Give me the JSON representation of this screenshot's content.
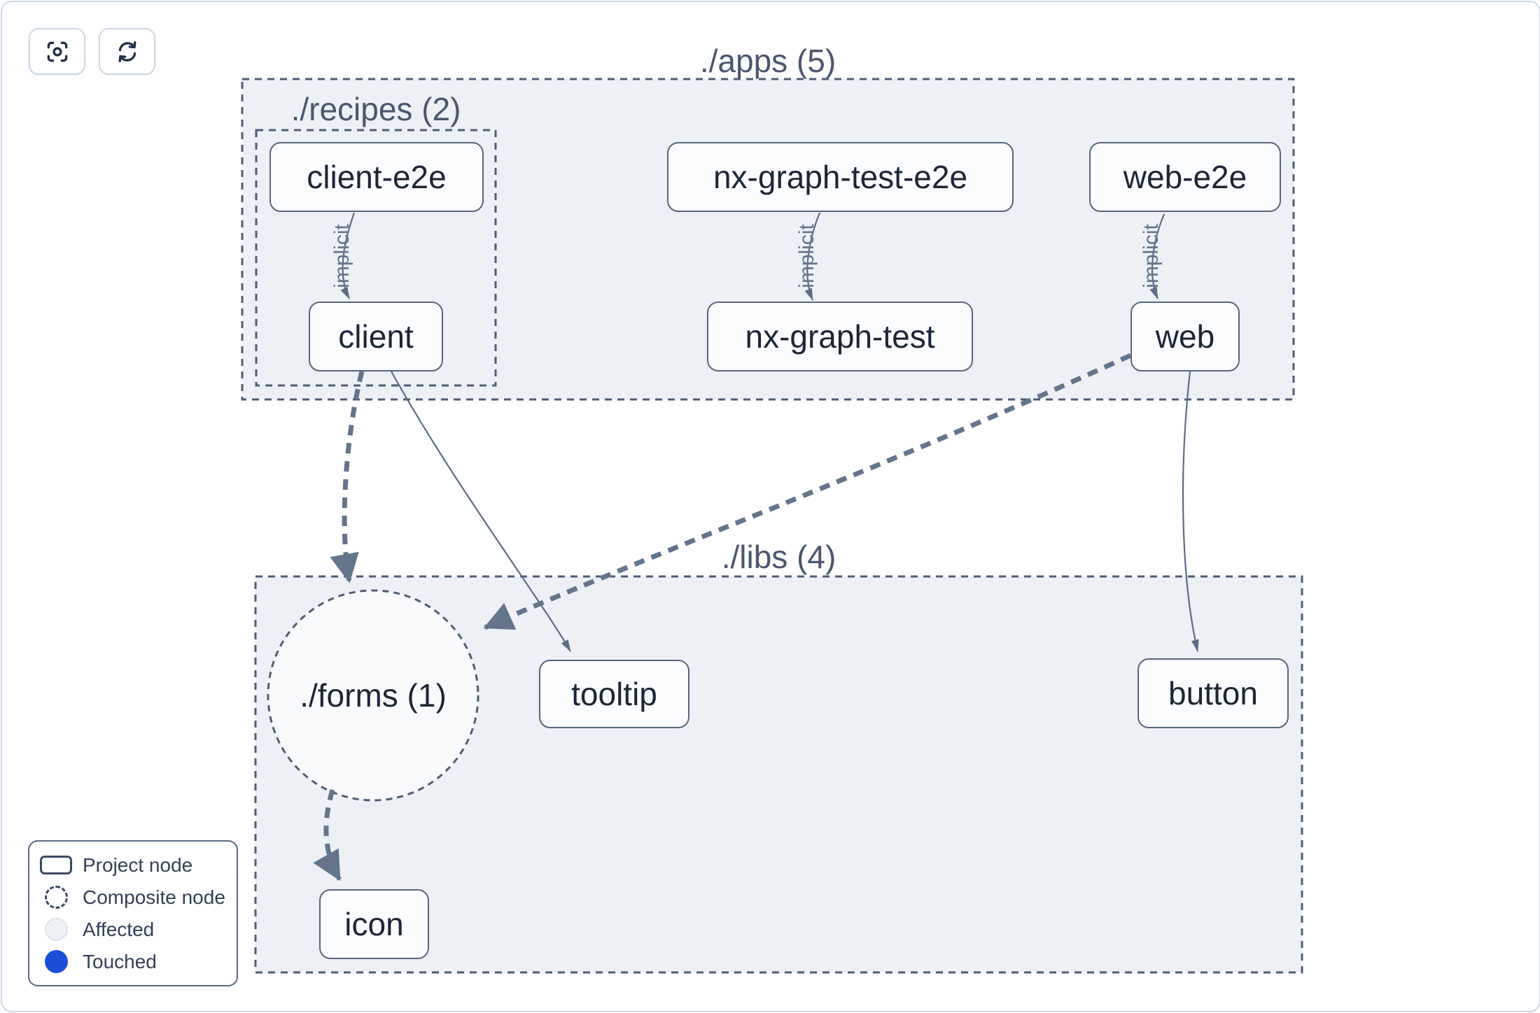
{
  "toolbar": {
    "buttons": [
      {
        "name": "center-graph",
        "icon": "focus-icon"
      },
      {
        "name": "refresh-graph",
        "icon": "refresh-icon"
      }
    ]
  },
  "graph": {
    "groups": [
      {
        "id": "apps",
        "label": "./apps (5)"
      },
      {
        "id": "recipes",
        "label": "./recipes (2)"
      },
      {
        "id": "libs",
        "label": "./libs (4)"
      }
    ],
    "composite_nodes": [
      {
        "id": "forms",
        "label": "./forms (1)"
      }
    ],
    "nodes": [
      {
        "id": "client-e2e",
        "label": "client-e2e"
      },
      {
        "id": "nx-graph-test-e2e",
        "label": "nx-graph-test-e2e"
      },
      {
        "id": "web-e2e",
        "label": "web-e2e"
      },
      {
        "id": "client",
        "label": "client"
      },
      {
        "id": "nx-graph-test",
        "label": "nx-graph-test"
      },
      {
        "id": "web",
        "label": "web"
      },
      {
        "id": "tooltip",
        "label": "tooltip"
      },
      {
        "id": "button",
        "label": "button"
      },
      {
        "id": "icon",
        "label": "icon"
      }
    ],
    "edges": [
      {
        "from": "client-e2e",
        "to": "client",
        "label": "implicit",
        "style": "implicit-thin"
      },
      {
        "from": "nx-graph-test-e2e",
        "to": "nx-graph-test",
        "label": "implicit",
        "style": "implicit-thin"
      },
      {
        "from": "web-e2e",
        "to": "web",
        "label": "implicit",
        "style": "implicit-thin"
      },
      {
        "from": "client",
        "to": "./forms (1)",
        "style": "thick-dashed"
      },
      {
        "from": "client",
        "to": "tooltip",
        "style": "thin-solid"
      },
      {
        "from": "web",
        "to": "./forms (1)",
        "style": "thick-dashed"
      },
      {
        "from": "web",
        "to": "button",
        "style": "thin-solid"
      },
      {
        "from": "./forms (1)",
        "to": "icon",
        "style": "thick-dashed"
      }
    ]
  },
  "legend": {
    "items": [
      {
        "label": "Project node",
        "swatch": "project-rect"
      },
      {
        "label": "Composite node",
        "swatch": "composite-circle"
      },
      {
        "label": "Affected",
        "swatch": "affected-circle"
      },
      {
        "label": "Touched",
        "swatch": "touched-circle"
      }
    ]
  },
  "colors": {
    "group_fill": "#edf1f6",
    "edge": "#64748b",
    "node_border": "#57657e",
    "node_text": "#1b2637",
    "group_border": "#4e5d75",
    "touched_blue": "#1d4ed8",
    "affected_fill": "#edf1f6"
  }
}
